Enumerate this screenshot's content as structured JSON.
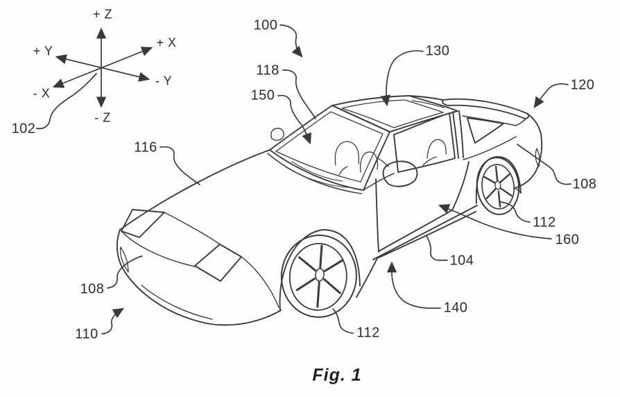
{
  "figure": {
    "caption": "Fig. 1"
  },
  "axes": {
    "ref": "102",
    "pos_z": "+ Z",
    "pos_x": "+ X",
    "pos_y": "+ Y",
    "neg_y": "- Y",
    "neg_x": "- X",
    "neg_z": "- Z"
  },
  "callouts": {
    "c100": "100",
    "c104": "104",
    "c108_front": "108",
    "c108_rear": "108",
    "c110": "110",
    "c112_front": "112",
    "c112_rear": "112",
    "c116": "116",
    "c118": "118",
    "c120": "120",
    "c130": "130",
    "c140": "140",
    "c150": "150",
    "c160": "160"
  }
}
